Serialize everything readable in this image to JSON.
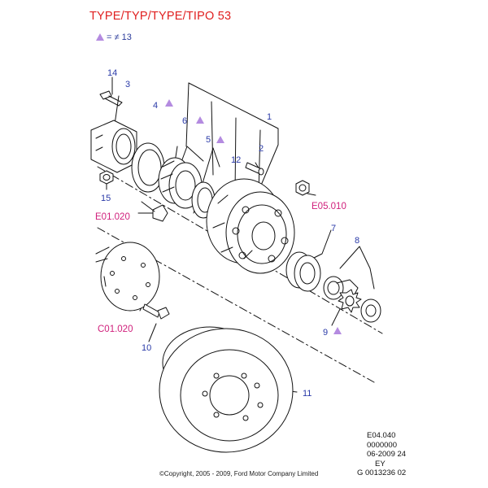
{
  "header": {
    "title": "TYPE/TYP/TYPE/TIPO 53",
    "note": "= ≠ 13"
  },
  "callouts": [
    "14",
    "3",
    "4",
    "6",
    "5",
    "12",
    "1",
    "2",
    "15",
    "7",
    "8",
    "9",
    "10",
    "11"
  ],
  "refs": [
    "E01.020",
    "E05.010",
    "C01.020"
  ],
  "colors": {
    "title": "#e02020",
    "callout": "#2a3aa8",
    "ref": "#d0207c",
    "triangle": "#b48be0"
  },
  "footer": {
    "code_lines": [
      "E04.040",
      "0000000",
      "06-2009 24",
      "EY",
      "G 0013236 02"
    ],
    "copyright": "©Copyright, 2005 - 2009, Ford Motor Company Limited"
  }
}
